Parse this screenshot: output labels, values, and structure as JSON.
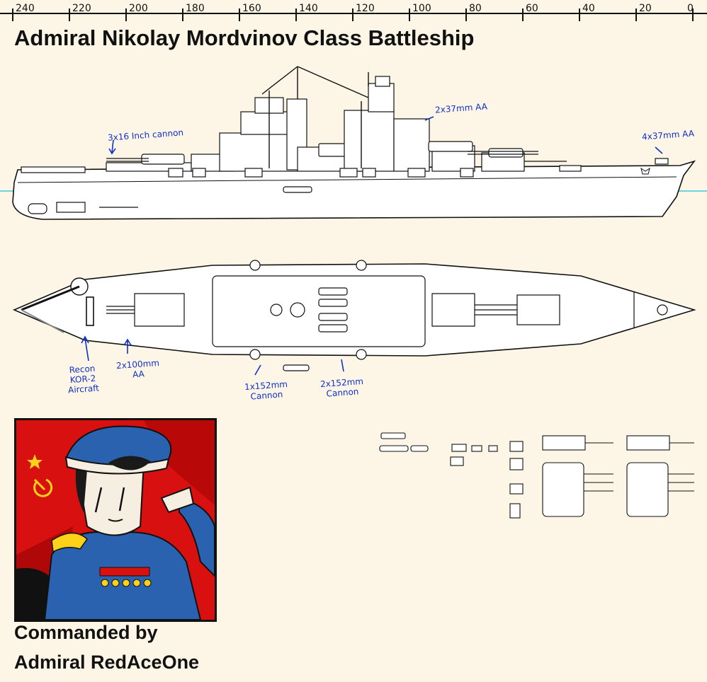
{
  "title": "Admiral Nikolay Mordvinov Class Battleship",
  "ruler": {
    "labels": [
      "240",
      "220",
      "200",
      "180",
      "160",
      "140",
      "120",
      "100",
      "80",
      "60",
      "40",
      "20",
      "0"
    ]
  },
  "annotations": {
    "main_guns": "3x16 Inch cannon",
    "aa_37_mid": "2x37mm AA",
    "aa_37_bow": "4x37mm AA",
    "recon_line1": "Recon",
    "recon_line2": "KOR-2",
    "recon_line3": "Aircraft",
    "aa_100_line1": "2x100mm",
    "aa_100_line2": "AA",
    "c152_single_line1": "1x152mm",
    "c152_single_line2": "Cannon",
    "c152_twin_line1": "2x152mm",
    "c152_twin_line2": "Cannon"
  },
  "commander": {
    "line1": "Commanded by",
    "line2": "Admiral RedAceOne"
  },
  "colors": {
    "background": "#fdf6e7",
    "annotation_ink": "#1030c8",
    "waterline": "#3cc8d8",
    "flag_red": "#d81010",
    "uniform_blue": "#2a62b0"
  }
}
